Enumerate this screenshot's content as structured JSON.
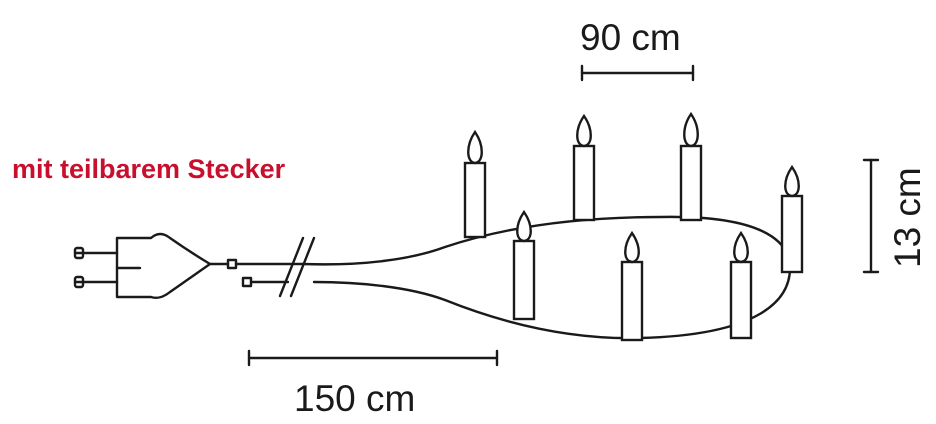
{
  "diagram": {
    "connector_label": "mit teilbarem Stecker",
    "dimension_spacing": "90 cm",
    "dimension_cable": "150 cm",
    "dimension_height": "13 cm",
    "colors": {
      "label": "#c8102e",
      "lines": "#1a1a1a",
      "background": "#ffffff"
    },
    "candle_count": 7,
    "icons": [
      "plug-icon",
      "cable-break-icon",
      "candle-icon"
    ]
  }
}
